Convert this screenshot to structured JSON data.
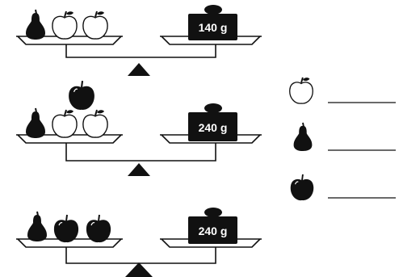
{
  "scales": [
    {
      "left_pan": [
        "pear",
        "apple-light",
        "apple-light"
      ],
      "weight": "140 g"
    },
    {
      "left_pan": [
        "pear",
        "apple-light",
        "apple-light",
        "apple-dark-stacked"
      ],
      "weight": "240 g"
    },
    {
      "left_pan": [
        "pear",
        "apple-dark",
        "apple-dark"
      ],
      "weight": "240 g"
    }
  ],
  "answer_key": [
    {
      "icon": "apple-light-icon",
      "blank": ""
    },
    {
      "icon": "pear-icon",
      "blank": ""
    },
    {
      "icon": "apple-dark-icon",
      "blank": ""
    }
  ],
  "colors": {
    "ink": "#111111",
    "paper": "#ffffff",
    "weight_text": "#ffffff"
  }
}
